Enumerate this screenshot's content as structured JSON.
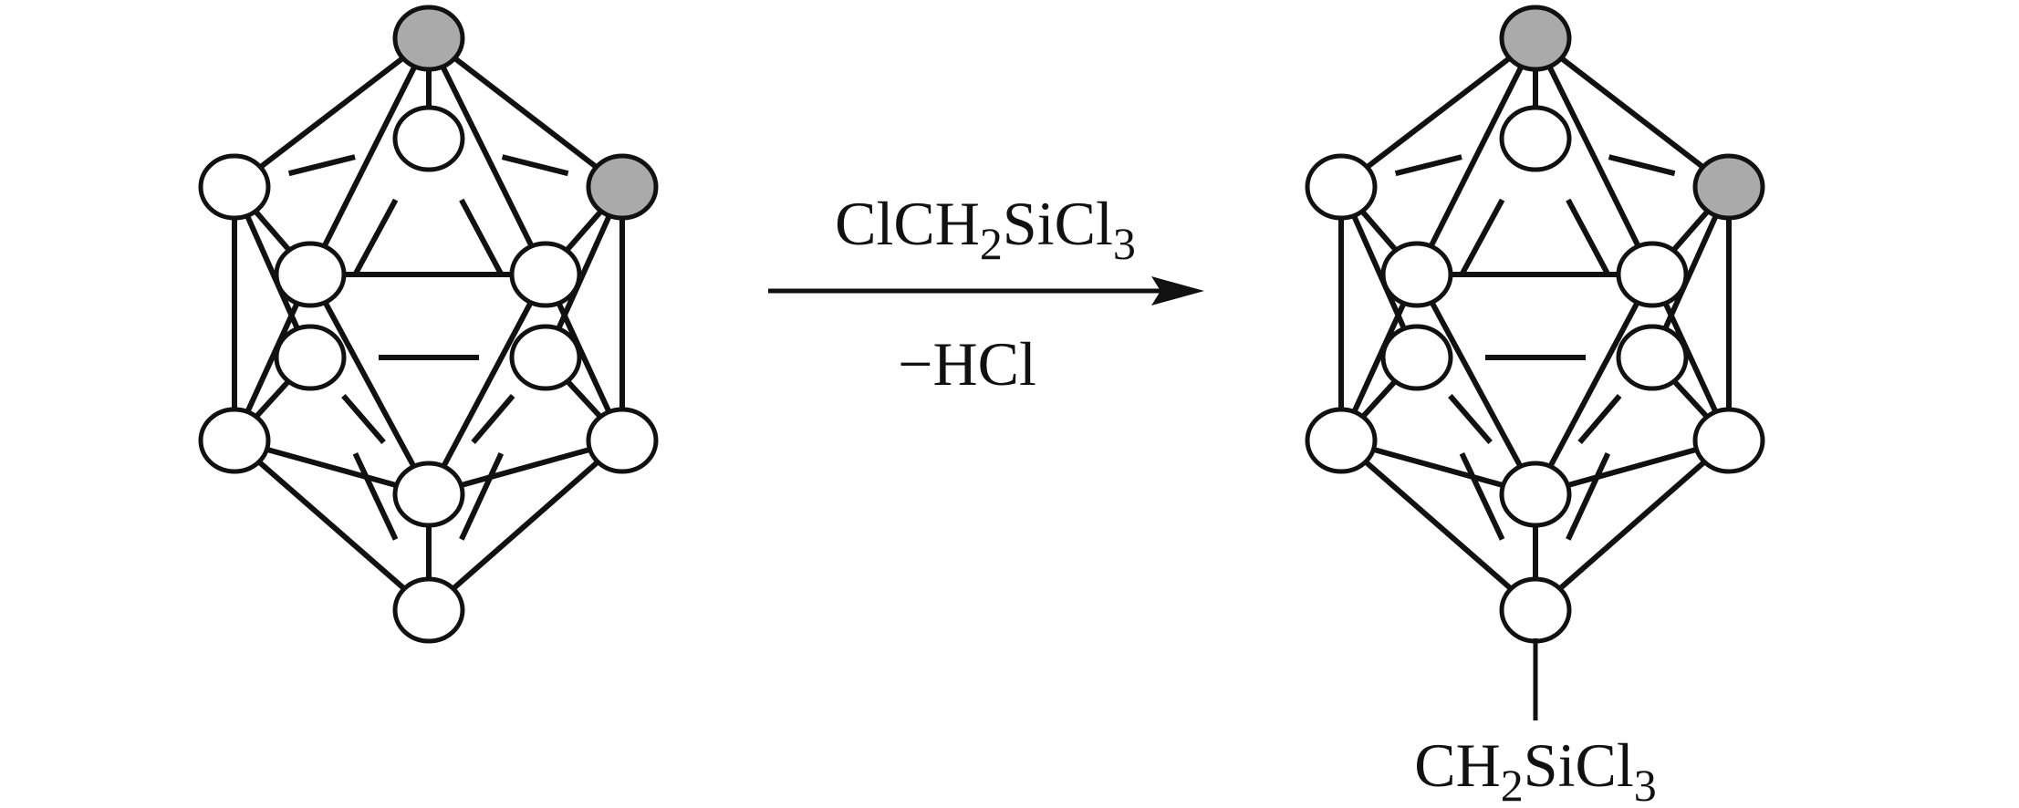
{
  "reaction": {
    "reagent": {
      "main": "ClCH",
      "sub1": "2",
      "mid": "SiCl",
      "sub2": "3"
    },
    "byproduct": "−HCl",
    "substituent": {
      "main": "CH",
      "sub1": "2",
      "mid": "SiCl",
      "sub2": "3"
    }
  },
  "colors": {
    "carbon_atom": "#aaaaaa",
    "boron_atom": "#ffffff",
    "bond": "#111111"
  }
}
